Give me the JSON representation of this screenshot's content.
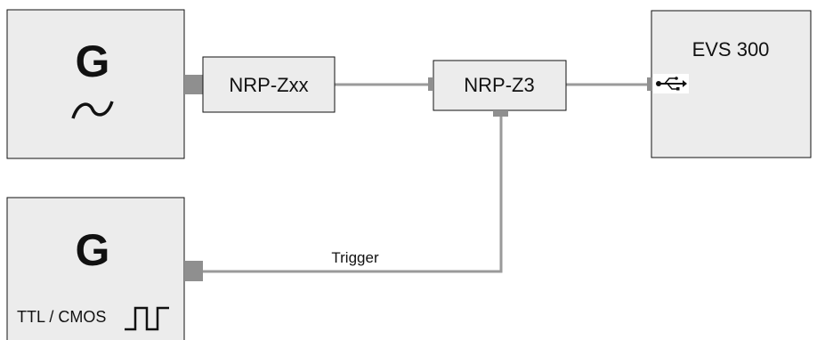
{
  "generator_rf": {
    "symbol": "G",
    "signal_icon": "sine-wave-icon"
  },
  "sensor": {
    "label": "NRP-Zxx"
  },
  "interface": {
    "label": "NRP-Z3"
  },
  "evs": {
    "label": "EVS 300",
    "port_icon": "usb-icon"
  },
  "generator_trigger": {
    "symbol": "G",
    "label": "TTL / CMOS",
    "signal_icon": "square-wave-icon"
  },
  "trigger_line": {
    "label": "Trigger"
  },
  "colors": {
    "box_fill": "#ececec",
    "box_stroke": "#111111",
    "wire": "#9a9a9a",
    "port": "#8f8f8f"
  }
}
